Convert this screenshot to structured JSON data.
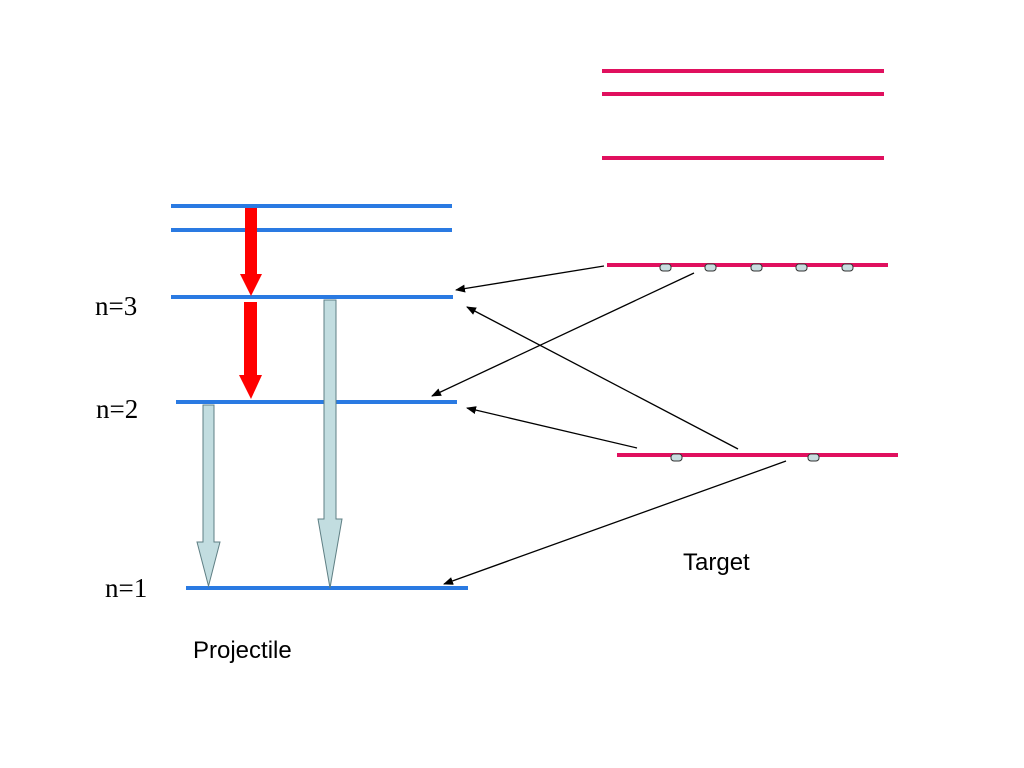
{
  "projectile": {
    "caption": "Projectile",
    "levels": [
      {
        "label": "n=3"
      },
      {
        "label": "n=2"
      },
      {
        "label": "n=1"
      }
    ]
  },
  "target": {
    "caption": "Target"
  },
  "colors": {
    "projectile_level": "#2a7ae2",
    "target_level": "#e0105e",
    "cascade_arrow": "#ff0000",
    "radiative_arrow_fill": "#c2dde0",
    "radiative_arrow_stroke": "#5f7f84",
    "electron_fill": "#c8dde0",
    "capture_arrow": "#000000"
  }
}
